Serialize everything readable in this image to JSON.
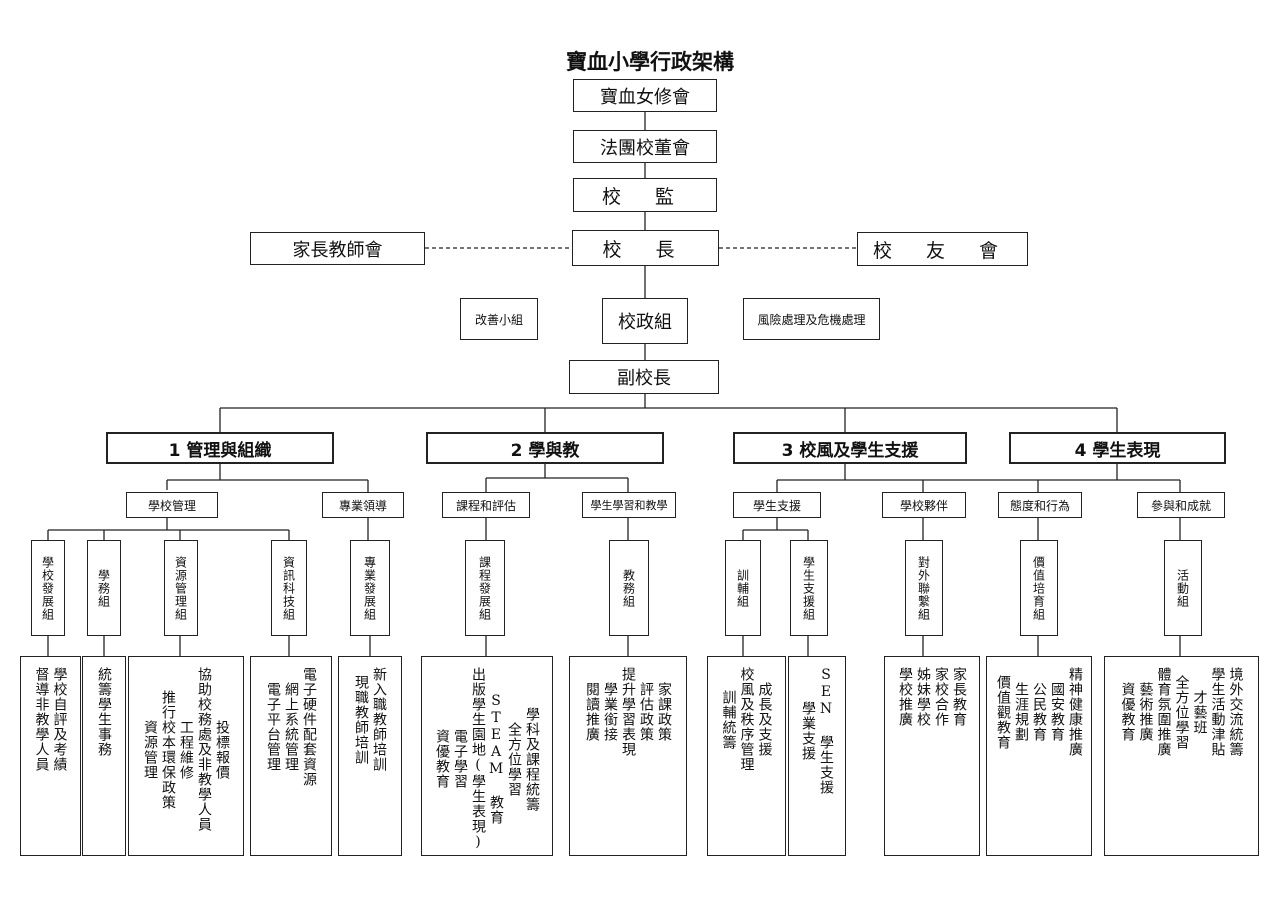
{
  "title": "寶血小學行政架構",
  "top_chain": [
    "寶血女修會",
    "法團校董會",
    "校 監"
  ],
  "principal": "校 長",
  "pta": "家長教師會",
  "alumni": "校 友 會",
  "improvement_team": "改善小組",
  "admin_team": "校政組",
  "risk_team": "風險處理及危機處理",
  "vice_principal": "副校長",
  "areas": [
    "1 管理與組織",
    "2 學與教",
    "3 校風及學生支援",
    "4 學生表現"
  ],
  "subareas": [
    "學校管理",
    "專業領導",
    "課程和評估",
    "學生學習和教學",
    "學生支援",
    "學校夥伴",
    "態度和行為",
    "參與和成就"
  ],
  "teams": [
    "學校發展組",
    "學務組",
    "資源管理組",
    "資訊科技組",
    "專業發展組",
    "課程發展組",
    "教務組",
    "訓輔組",
    "學生支援組",
    "對外聯繫組",
    "價值培育組",
    "活動組"
  ],
  "duties": [
    [
      "學校自評及考績",
      "督導非教學人員"
    ],
    [
      "統籌學生事務"
    ],
    [
      "投標報價",
      "協助校務處及非教學人員",
      "工程維修",
      "推行校本環保政策",
      "資源管理"
    ],
    [
      "電子硬件配套資源",
      "網上系統管理",
      "電子平台管理"
    ],
    [
      "新入職教師培訓",
      "現職教師培訓"
    ],
    [
      "學科及課程統籌",
      "全方位學習",
      "STEAM 教育",
      "出版學生園地(學生表現)",
      "電子學習",
      "資優教育"
    ],
    [
      "家課政策",
      "評估政策",
      "提升學習表現",
      "學業銜接",
      "閱讀推廣"
    ],
    [
      "成長及支援",
      "校風及秩序管理",
      "訓輔統籌"
    ],
    [
      "SEN 學生支援",
      "學業支援"
    ],
    [
      "家長教育",
      "家校合作",
      "姊妹學校",
      "學校推廣"
    ],
    [
      "精神健康推廣",
      "國安教育",
      "公民教育",
      "生涯規劃",
      "價值觀教育"
    ],
    [
      "境外交流統籌",
      "學生活動津貼",
      "才藝班",
      "全方位學習",
      "體育氛圍推廣",
      "藝術推廣",
      "資優教育"
    ]
  ]
}
